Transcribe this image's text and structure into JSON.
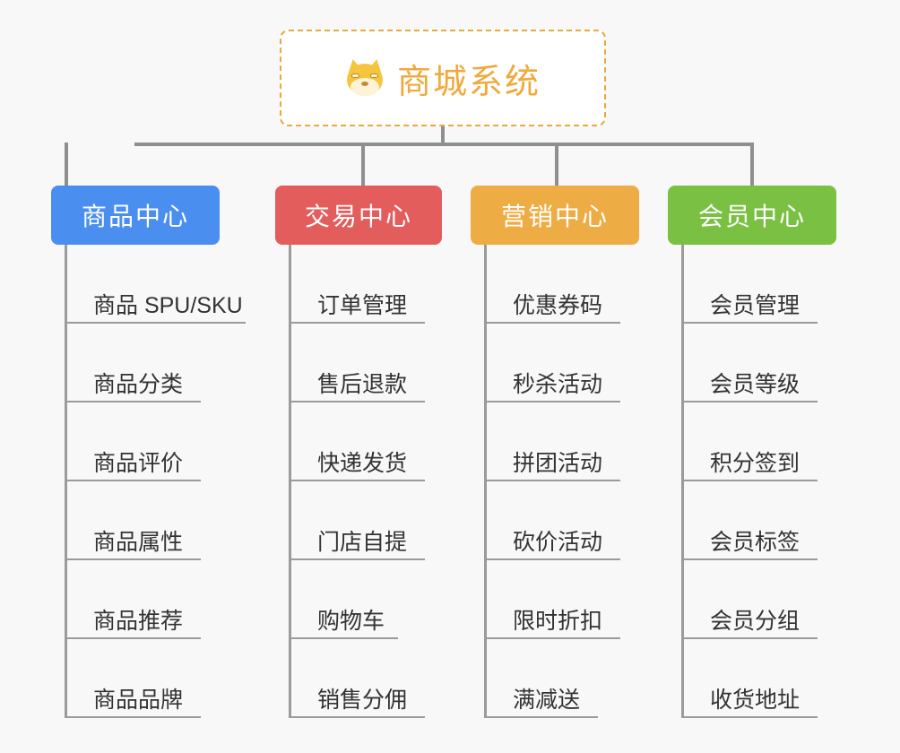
{
  "diagram": {
    "type": "mind-map",
    "background_color": "#f8f8f8",
    "connector_color": "#9b9b9b"
  },
  "root": {
    "title": "商城系统",
    "icon": "shiba-dog-face-icon",
    "icon_glyph": "🐶",
    "text_color": "#f0a93c",
    "border_color": "#e9a93f",
    "background_color": "#ffffff"
  },
  "branches": [
    {
      "label": "商品中心",
      "color": "#4a8ef0",
      "leaves": [
        "商品 SPU/SKU",
        "商品分类",
        "商品评价",
        "商品属性",
        "商品推荐",
        "商品品牌"
      ]
    },
    {
      "label": "交易中心",
      "color": "#e35d5d",
      "leaves": [
        "订单管理",
        "售后退款",
        "快递发货",
        "门店自提",
        "购物车",
        "销售分佣"
      ]
    },
    {
      "label": "营销中心",
      "color": "#eeac44",
      "leaves": [
        "优惠券码",
        "秒杀活动",
        "拼团活动",
        "砍价活动",
        "限时折扣",
        "满减送"
      ]
    },
    {
      "label": "会员中心",
      "color": "#7ac143",
      "leaves": [
        "会员管理",
        "会员等级",
        "积分签到",
        "会员标签",
        "会员分组",
        "收货地址"
      ]
    }
  ]
}
